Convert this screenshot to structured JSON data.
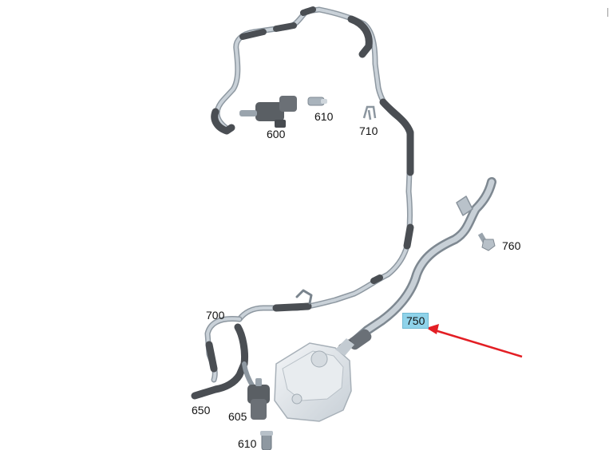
{
  "callouts": {
    "p600": "600",
    "p610_top": "610",
    "p710": "710",
    "p760": "760",
    "p700": "700",
    "p750": "750",
    "p650": "650",
    "p605": "605",
    "p610_bottom": "610"
  },
  "highlighted_part": "750",
  "colors": {
    "highlight": "#8fd3ea",
    "arrow": "#e31e24",
    "tube": "#b9c3cc",
    "hose": "#55595e",
    "part_body": "#cfd6dc"
  }
}
